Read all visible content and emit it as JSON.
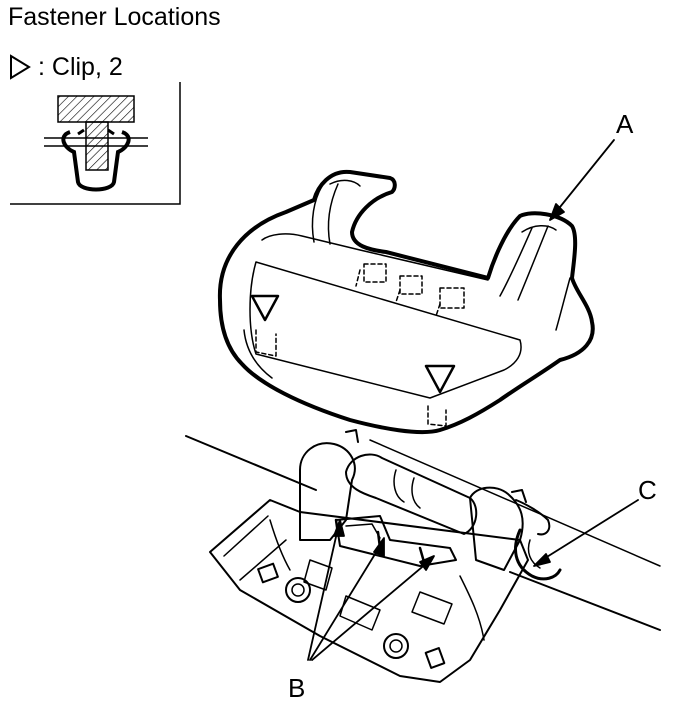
{
  "title": "Fastener Locations",
  "legend": {
    "symbol": "triangle-clip-icon",
    "text": ": Clip, 2"
  },
  "callouts": {
    "a": "A",
    "b": "B",
    "c": "C"
  }
}
